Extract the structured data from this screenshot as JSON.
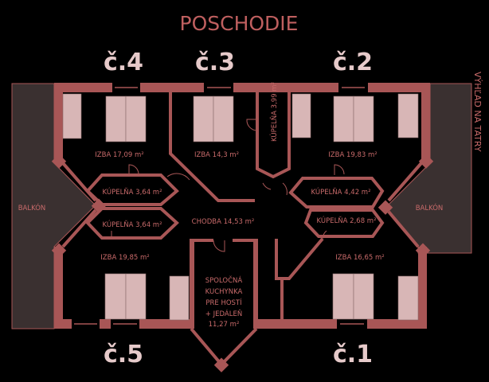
{
  "title": "POSCHODIE",
  "view_label": "VÝHĽAD NA TATRY",
  "apartments": {
    "a4": "č.4",
    "a3": "č.3",
    "a2": "č.2",
    "a5": "č.5",
    "a1": "č.1"
  },
  "rooms": {
    "izba4": "IZBA 17,09 m²",
    "izba3": "IZBA 14,3 m²",
    "kupelna399": "KÚPELŇA 3,99 m²",
    "izba2": "IZBA 19,83 m²",
    "kupelna364a": "KÚPELŇA 3,64 m²",
    "kupelna364b": "KÚPELŇA 3,64 m²",
    "chodba": "CHODBA 14,53 m²",
    "kupelna442": "KÚPELŇA 4,42 m²",
    "kupelna268": "KÚPELŇA 2,68 m²",
    "balkon_left": "BALKÓN",
    "balkon_right": "BALKÓN",
    "izba5": "IZBA 19,85 m²",
    "izba1": "IZBA 16,65 m²",
    "kitchen": [
      "SPOLOČNÁ",
      "KUCHYNKA",
      "PRE HOSTÍ",
      "+ JEDÁLEŇ",
      "11,27 m²"
    ]
  },
  "colors": {
    "wall": "#a85656",
    "furniture": "#d8b6b6",
    "balcony": "#3a3030",
    "text": "#c86a6a"
  }
}
